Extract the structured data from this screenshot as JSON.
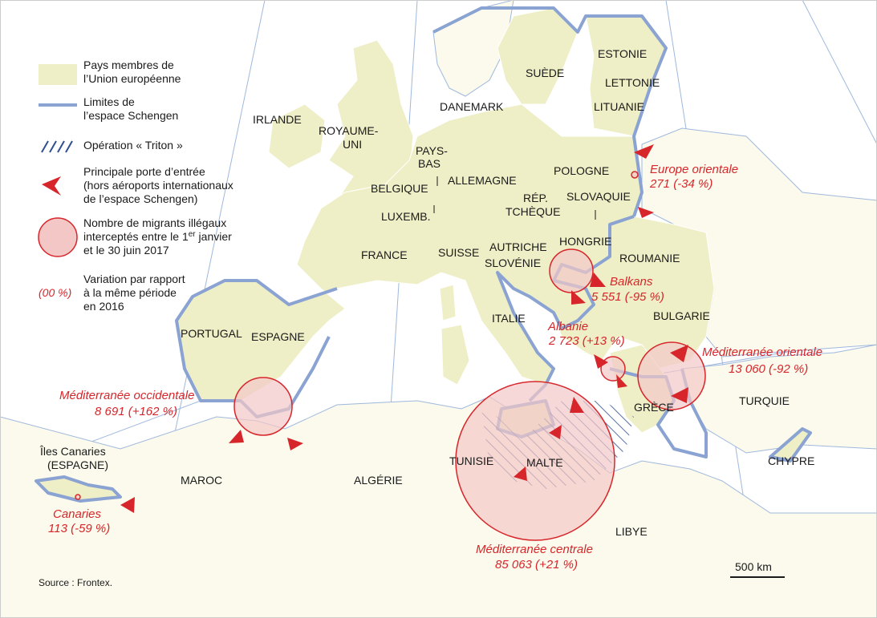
{
  "legend": {
    "eu_members": [
      "Pays membres de",
      "l’Union européenne"
    ],
    "schengen_limits": [
      "Limites de",
      "l’espace Schengen"
    ],
    "triton": "Opération « Triton »",
    "entry_point": [
      "Principale porte d’entrée",
      "(hors aéroports internationaux",
      "de l’espace Schengen)"
    ],
    "migrants_line1": "Nombre de migrants illégaux",
    "migrants_line2_pre": "interceptés entre le 1",
    "migrants_line2_sup": "er",
    "migrants_line2_post": " janvier",
    "migrants_line3": "et le 30 juin 2017",
    "variation": [
      "Variation par rapport",
      "à la même période",
      "en 2016"
    ],
    "variation_sample": "(00 %)"
  },
  "countries": {
    "irlande": "IRLANDE",
    "royaume_1": "ROYAUME-",
    "royaume_2": "UNI",
    "danemark": "DANEMARK",
    "suede": "SUÈDE",
    "estonie": "ESTONIE",
    "lettonie": "LETTONIE",
    "lituanie": "LITUANIE",
    "pays_1": "PAYS-",
    "pays_2": "BAS",
    "allemagne": "ALLEMAGNE",
    "pologne": "POLOGNE",
    "belgique": "BELGIQUE",
    "luxemb": "LUXEMB.",
    "rep": "RÉP.",
    "tcheque": "TCHÈQUE",
    "slovaquie": "SLOVAQUIE",
    "france": "FRANCE",
    "suisse": "SUISSE",
    "autriche": "AUTRICHE",
    "hongrie": "HONGRIE",
    "slovenie": "SLOVÉNIE",
    "roumanie": "ROUMANIE",
    "italie": "ITALIE",
    "bulgarie": "BULGARIE",
    "portugal": "PORTUGAL",
    "espagne": "ESPAGNE",
    "grece": "GRÈCE",
    "turquie": "TURQUIE",
    "canaries_1": "Îles Canaries",
    "canaries_2": "(ESPAGNE)",
    "maroc": "MAROC",
    "algerie": "ALGÉRIE",
    "tunisie": "TUNISIE",
    "malte": "MALTE",
    "chypre": "CHYPRE",
    "libye": "LIBYE"
  },
  "flows": {
    "europe_orientale": {
      "name": "Europe orientale",
      "value": "271 (-34 %)"
    },
    "balkans": {
      "name": "Balkans",
      "value": "5 551 (-95 %)"
    },
    "albanie": {
      "name": "Albanie",
      "value": "2 723 (+13 %)"
    },
    "med_orientale": {
      "name": "Méditerranée orientale",
      "value": "13 060 (-92 %)"
    },
    "med_occidentale": {
      "name": "Méditerranée occidentale",
      "value": "8 691 (+162 %)"
    },
    "canaries": {
      "name": "Canaries",
      "value": "113 (-59 %)"
    },
    "med_centrale": {
      "name": "Méditerranée centrale",
      "value": "85 063 (+21 %)"
    }
  },
  "scale": "500 km",
  "source": "Source : Frontex.",
  "colors": {
    "eu_fill": "#eeefc6",
    "land": "#fbfaec",
    "sea": "#ffffff",
    "schengen": "#8aa3d2",
    "red": "#d7262b",
    "circle_fill": "#f4c7c7",
    "hatch": "#2f4f8f"
  }
}
